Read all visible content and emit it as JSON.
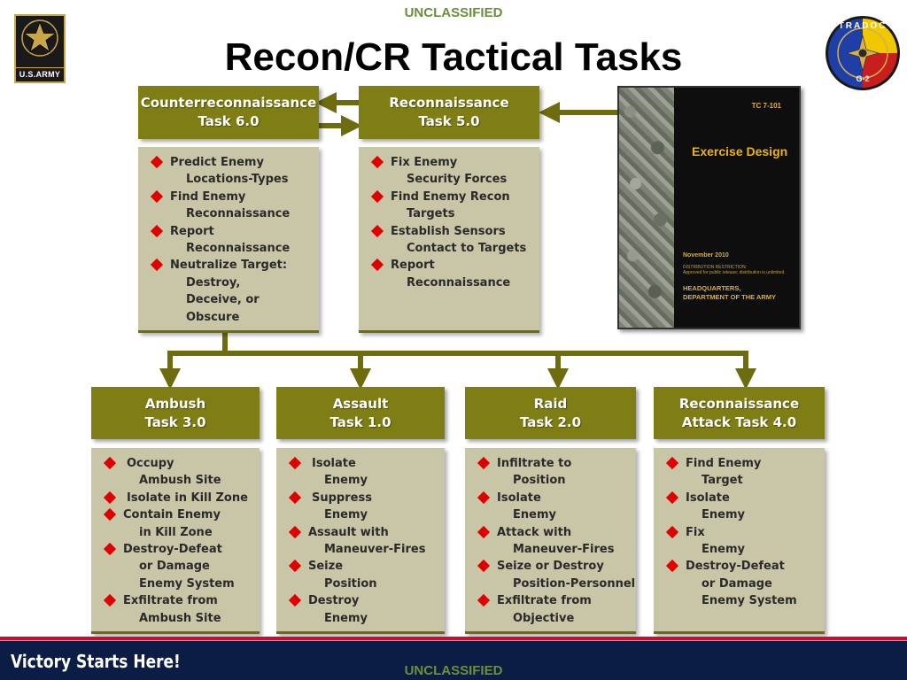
{
  "classification": {
    "top": "UNCLASSIFIED",
    "bottom": "UNCLASSIFIED"
  },
  "title": "Recon/CR Tactical Tasks",
  "logos": {
    "army_text": "U.S.ARMY",
    "tradoc_top": "TRADOC",
    "tradoc_bottom": "G-2"
  },
  "colors": {
    "task_box": "#7e7e14",
    "list_box": "#c9c6a7",
    "bullet": "#e00000",
    "footer": "#0b1d44"
  },
  "top_tasks": [
    {
      "title": "Counterreconnaissance",
      "subtitle": "Task 6.0",
      "items": [
        [
          "Predict Enemy",
          "Locations-Types"
        ],
        [
          "Find Enemy",
          "Reconnaissance"
        ],
        [
          "Report",
          "Reconnaissance"
        ],
        [
          "Neutralize Target:",
          "Destroy,",
          "Deceive, or",
          "Obscure"
        ]
      ]
    },
    {
      "title": "Reconnaissance",
      "subtitle": "Task 5.0",
      "items": [
        [
          "Fix Enemy",
          "Security Forces"
        ],
        [
          "Find Enemy Recon",
          "Targets"
        ],
        [
          "Establish Sensors",
          "Contact to Targets"
        ],
        [
          "Report",
          "Reconnaissance"
        ]
      ]
    }
  ],
  "book": {
    "tc": "TC 7-101",
    "title": "Exercise Design",
    "date": "November 2010",
    "restriction_1": "DISTRIBUTION RESTRICTION:",
    "restriction_2": "Approved for public release; distribution is unlimited.",
    "hq_1": "HEADQUARTERS,",
    "hq_2": "DEPARTMENT OF THE ARMY"
  },
  "bottom_tasks": [
    {
      "title": "Ambush",
      "subtitle": "Task 3.0",
      "items": [
        [
          "Occupy",
          "Ambush Site"
        ],
        [
          "Isolate in Kill Zone"
        ],
        [
          "Contain Enemy",
          "in Kill Zone"
        ],
        [
          "Destroy-Defeat",
          "or Damage",
          "Enemy System"
        ],
        [
          "Exfiltrate from",
          "Ambush Site"
        ]
      ]
    },
    {
      "title": "Assault",
      "subtitle": "Task 1.0",
      "items": [
        [
          "Isolate",
          "Enemy"
        ],
        [
          "Suppress",
          "Enemy"
        ],
        [
          "Assault with",
          "Maneuver-Fires"
        ],
        [
          "Seize",
          "Position"
        ],
        [
          "Destroy",
          "Enemy"
        ]
      ]
    },
    {
      "title": "Raid",
      "subtitle": "Task 2.0",
      "items": [
        [
          "Infiltrate to",
          "Position"
        ],
        [
          "Isolate",
          "Enemy"
        ],
        [
          "Attack with",
          "Maneuver-Fires"
        ],
        [
          "Seize or Destroy",
          "Position-Personnel"
        ],
        [
          "Exfiltrate from",
          "Objective"
        ]
      ]
    },
    {
      "title": "Reconnaissance",
      "subtitle": "Attack  Task 4.0",
      "items": [
        [
          "Find Enemy",
          "Target"
        ],
        [
          "Isolate",
          "Enemy"
        ],
        [
          "Fix",
          "Enemy"
        ],
        [
          "Destroy-Defeat",
          "or Damage",
          "Enemy System"
        ]
      ]
    }
  ],
  "footer": {
    "slogan": "Victory Starts Here!"
  }
}
